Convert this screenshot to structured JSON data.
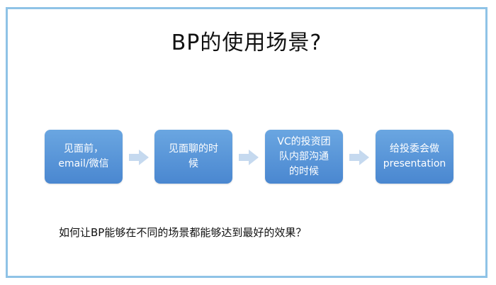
{
  "title": "BP的使用场景?",
  "steps": [
    {
      "label": "见面前，\nemail/微信"
    },
    {
      "label": "见面聊的时\n候"
    },
    {
      "label": "VC的投资团\n队内部沟通\n的时候"
    },
    {
      "label": "给投委会做\npresentation"
    }
  ],
  "question": "如何让BP能够在不同的场景都能够达到最好的效果？",
  "colors": {
    "border": "#8fc3e6",
    "box_top": "#6aa6e1",
    "box_bottom": "#4a87d0",
    "arrow": "#c5d9ef"
  }
}
